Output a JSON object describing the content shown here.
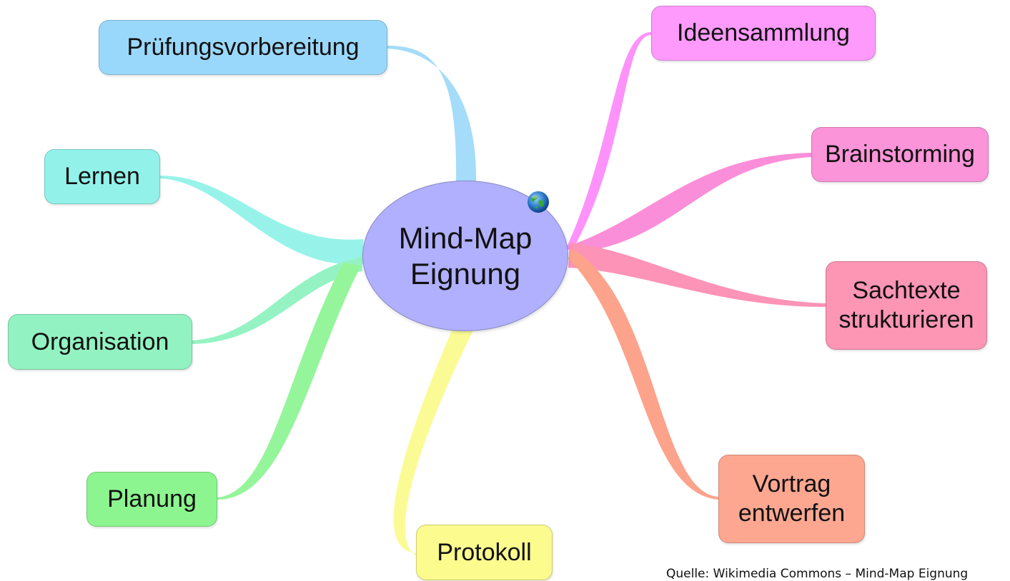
{
  "center": {
    "label": "Mind-Map\nEignung",
    "color": "#b1b0ff",
    "icon": "globe-icon"
  },
  "branches": [
    {
      "id": "pruefung",
      "label": "Prüfungsvorbereitung",
      "color": "#9ad8fb",
      "link_color": "#a4dcf9"
    },
    {
      "id": "lernen",
      "label": "Lernen",
      "color": "#92f2ea",
      "link_color": "#97f3ea"
    },
    {
      "id": "organisation",
      "label": "Organisation",
      "color": "#93f2c2",
      "link_color": "#95f3c3"
    },
    {
      "id": "planung",
      "label": "Planung",
      "color": "#8df58f",
      "link_color": "#95f59a"
    },
    {
      "id": "protokoll",
      "label": "Protokoll",
      "color": "#fbfb8e",
      "link_color": "#fbfb95"
    },
    {
      "id": "ideen",
      "label": "Ideensammlung",
      "color": "#fd9afc",
      "link_color": "#fd92fb"
    },
    {
      "id": "brain",
      "label": "Brainstorming",
      "color": "#fb94d8",
      "link_color": "#fb8ed9"
    },
    {
      "id": "sach",
      "label": "Sachtexte\nstrukturieren",
      "color": "#fd95b5",
      "link_color": "#fd93b6"
    },
    {
      "id": "vortrag",
      "label": "Vortrag\nentwerfen",
      "color": "#fda791",
      "link_color": "#fda38b"
    }
  ],
  "caption": "Quelle: Wikimedia Commons – Mind-Map Eignung"
}
